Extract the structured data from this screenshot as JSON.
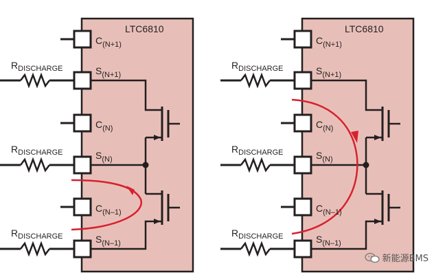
{
  "panels": [
    {
      "chip_label": "LTC6810",
      "pins": [
        {
          "main": "C",
          "sub": "(N+1)"
        },
        {
          "main": "S",
          "sub": "(N+1)"
        },
        {
          "main": "C",
          "sub": "(N)"
        },
        {
          "main": "S",
          "sub": "(N)"
        },
        {
          "main": "C",
          "sub": "(N–1)"
        },
        {
          "main": "S",
          "sub": "(N–1)"
        }
      ],
      "resistors": [
        {
          "main": "R",
          "sub": "DISCHARGE"
        },
        {
          "main": "R",
          "sub": "DISCHARGE"
        },
        {
          "main": "R",
          "sub": "DISCHARGE"
        }
      ]
    },
    {
      "chip_label": "LTC6810",
      "pins": [
        {
          "main": "C",
          "sub": "(N+1)"
        },
        {
          "main": "S",
          "sub": "(N+1)"
        },
        {
          "main": "C",
          "sub": "(N)"
        },
        {
          "main": "S",
          "sub": "(N)"
        },
        {
          "main": "C",
          "sub": "(N–1)"
        },
        {
          "main": "S",
          "sub": "(N–1)"
        }
      ],
      "resistors": [
        {
          "main": "R",
          "sub": "DISCHARGE"
        },
        {
          "main": "R",
          "sub": "DISCHARGE"
        },
        {
          "main": "R",
          "sub": "DISCHARGE"
        }
      ]
    }
  ],
  "colors": {
    "chip_fill": "#e8bfb8",
    "line": "#231f20",
    "arrow": "#d7212f"
  },
  "watermark": {
    "text": "新能源BMS",
    "icon": "wechat-icon"
  }
}
